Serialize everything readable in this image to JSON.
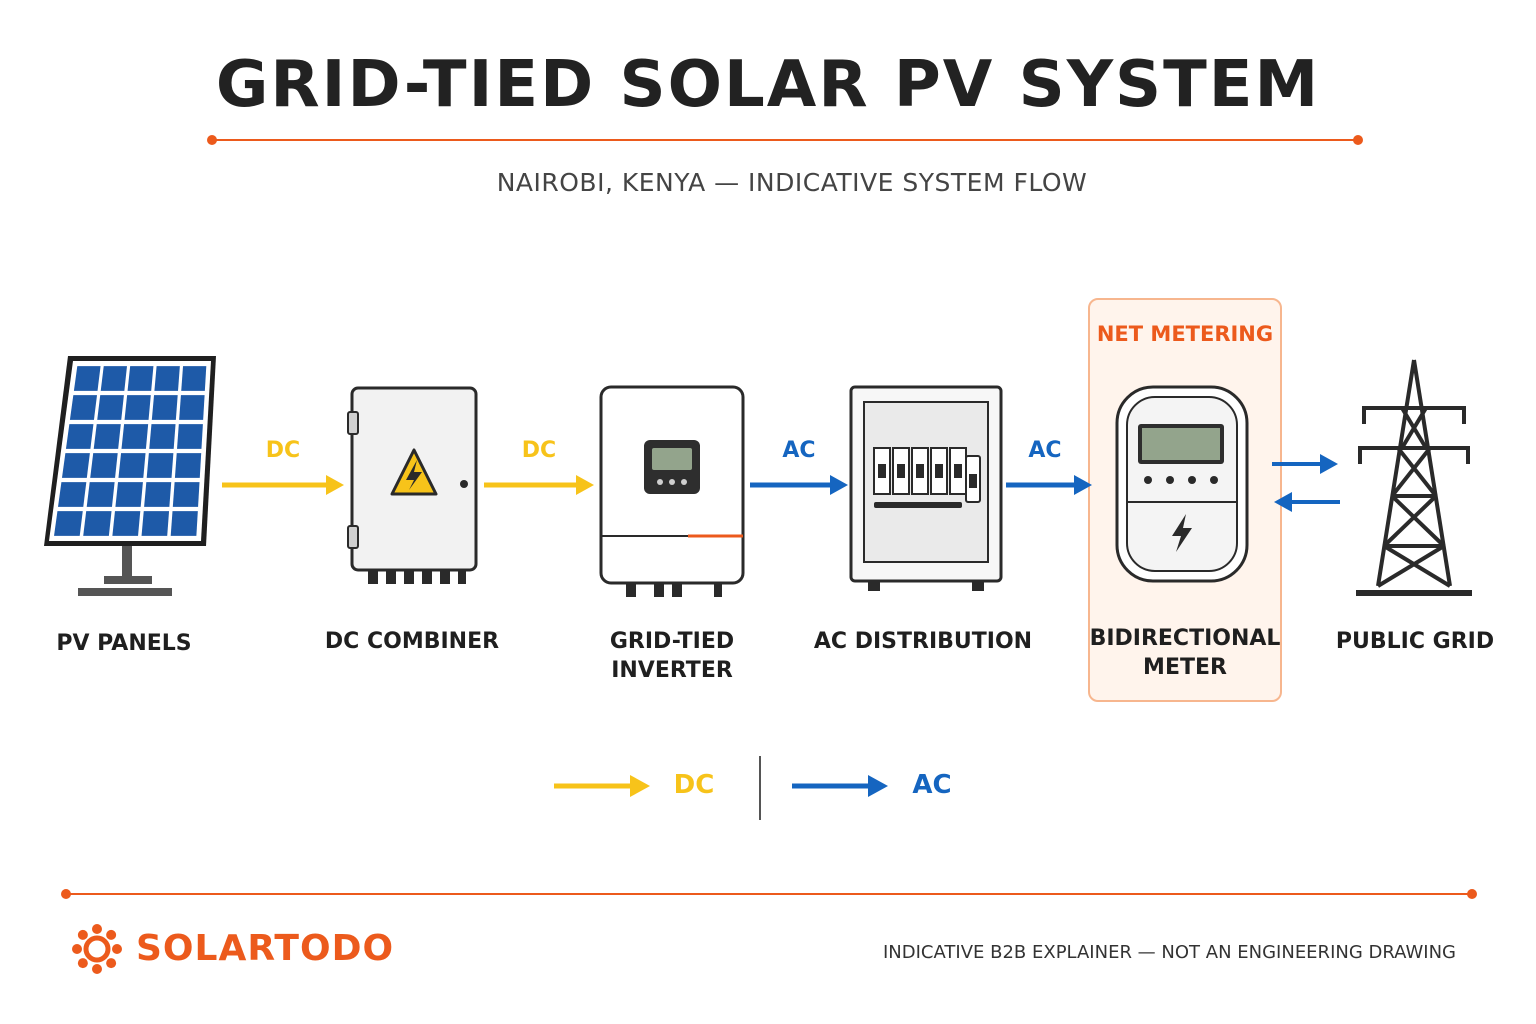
{
  "header": {
    "title": "GRID-TIED SOLAR PV SYSTEM",
    "subtitle": "NAIROBI, KENYA — INDICATIVE SYSTEM FLOW"
  },
  "components": {
    "pv_panels": "PV PANELS",
    "dc_combiner": "DC COMBINER",
    "inverter_line1": "GRID-TIED",
    "inverter_line2": "INVERTER",
    "ac_distribution": "AC DISTRIBUTION",
    "meter_line1": "BIDIRECTIONAL",
    "meter_line2": "METER",
    "public_grid": "PUBLIC GRID"
  },
  "net_metering": "NET METERING",
  "flows": [
    "DC",
    "DC",
    "AC",
    "AC"
  ],
  "legend": {
    "dc": "DC",
    "ac": "AC"
  },
  "footer": {
    "brand": "SOLARTODO",
    "disclaimer": "INDICATIVE B2B EXPLAINER — NOT AN ENGINEERING DRAWING"
  },
  "colors": {
    "accent": "#ec5a1c",
    "dc": "#f7c31a",
    "ac": "#1565c0",
    "net_box_fill": "#fff4ec"
  }
}
